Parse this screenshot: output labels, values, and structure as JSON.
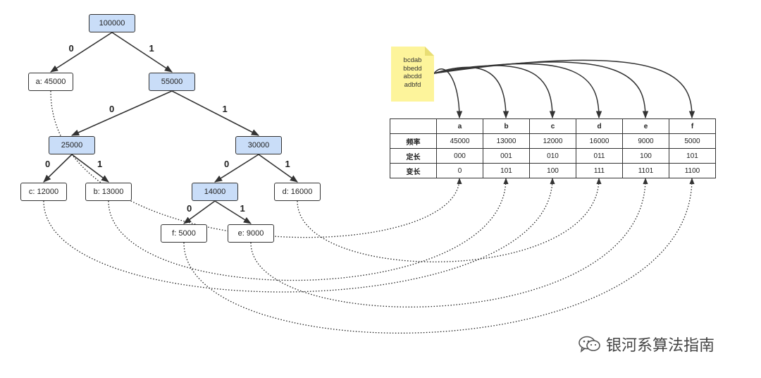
{
  "tree": {
    "nodes": [
      {
        "id": "root",
        "label": "100000",
        "internal": true
      },
      {
        "id": "a",
        "label": "a: 45000",
        "internal": false
      },
      {
        "id": "n55",
        "label": "55000",
        "internal": true
      },
      {
        "id": "n25",
        "label": "25000",
        "internal": true
      },
      {
        "id": "n30",
        "label": "30000",
        "internal": true
      },
      {
        "id": "c",
        "label": "c: 12000",
        "internal": false
      },
      {
        "id": "b",
        "label": "b: 13000",
        "internal": false
      },
      {
        "id": "n14",
        "label": "14000",
        "internal": true
      },
      {
        "id": "d",
        "label": "d: 16000",
        "internal": false
      },
      {
        "id": "f",
        "label": "f: 5000",
        "internal": false
      },
      {
        "id": "e",
        "label": "e: 9000",
        "internal": false
      }
    ],
    "edges": [
      {
        "from": "root",
        "to": "a",
        "bit": "0"
      },
      {
        "from": "root",
        "to": "n55",
        "bit": "1"
      },
      {
        "from": "n55",
        "to": "n25",
        "bit": "0"
      },
      {
        "from": "n55",
        "to": "n30",
        "bit": "1"
      },
      {
        "from": "n25",
        "to": "c",
        "bit": "0"
      },
      {
        "from": "n25",
        "to": "b",
        "bit": "1"
      },
      {
        "from": "n30",
        "to": "n14",
        "bit": "0"
      },
      {
        "from": "n30",
        "to": "d",
        "bit": "1"
      },
      {
        "from": "n14",
        "to": "f",
        "bit": "0"
      },
      {
        "from": "n14",
        "to": "e",
        "bit": "1"
      }
    ]
  },
  "note": {
    "lines": [
      "bcdab",
      "bbedd",
      "abcdd",
      "adbfd"
    ]
  },
  "table": {
    "headers": [
      "",
      "a",
      "b",
      "c",
      "d",
      "e",
      "f"
    ],
    "rows": [
      {
        "label": "频率",
        "values": [
          "45000",
          "13000",
          "12000",
          "16000",
          "9000",
          "5000"
        ]
      },
      {
        "label": "定长",
        "values": [
          "000",
          "001",
          "010",
          "011",
          "100",
          "101"
        ]
      },
      {
        "label": "变长",
        "values": [
          "0",
          "101",
          "100",
          "111",
          "1101",
          "1100"
        ]
      }
    ]
  },
  "watermark": {
    "text": "银河系算法指南",
    "icon": "wechat-icon"
  },
  "colors": {
    "internal_node_fill": "#c9ddf8",
    "note_fill": "#fdf49b",
    "line": "#333333"
  }
}
